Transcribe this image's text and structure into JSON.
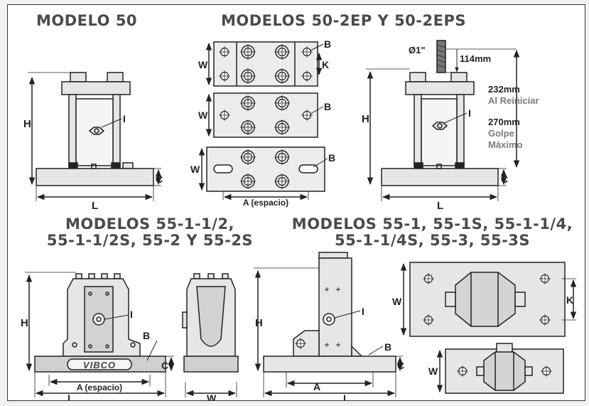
{
  "headings": {
    "model_50": "MODELO 50",
    "model_50_2ep": "MODELOS 50-2EP Y 50-2EPS",
    "model_55_a_line1": "MODELOS 55-1-1/2,",
    "model_55_a_line2": "55-1-1/2S, 55-2 Y 55-2S",
    "model_55_b_line1": "MODELOS 55-1, 55-1S, 55-1-1/4,",
    "model_55_b_line2": "55-1-1/4S, 55-3, 55-3S"
  },
  "labels": {
    "h": "H",
    "l": "L",
    "c": "C",
    "i": "I",
    "w": "W",
    "b": "B",
    "k": "K",
    "a": "A",
    "a_spacing": "A (espacio)",
    "diameter": "Ø1\"",
    "dim_114": "114mm",
    "dim_232": "232mm",
    "reset": "Al Reiniciar",
    "dim_270": "270mm",
    "max_stroke_1": "Golpe",
    "max_stroke_2": "Máximo",
    "brand": "VIBCO"
  },
  "colors": {
    "heading": "#4a4a4a",
    "line": "#222222",
    "body_fill": "#e6e6e6",
    "note_gray": "#7a7a7a"
  }
}
